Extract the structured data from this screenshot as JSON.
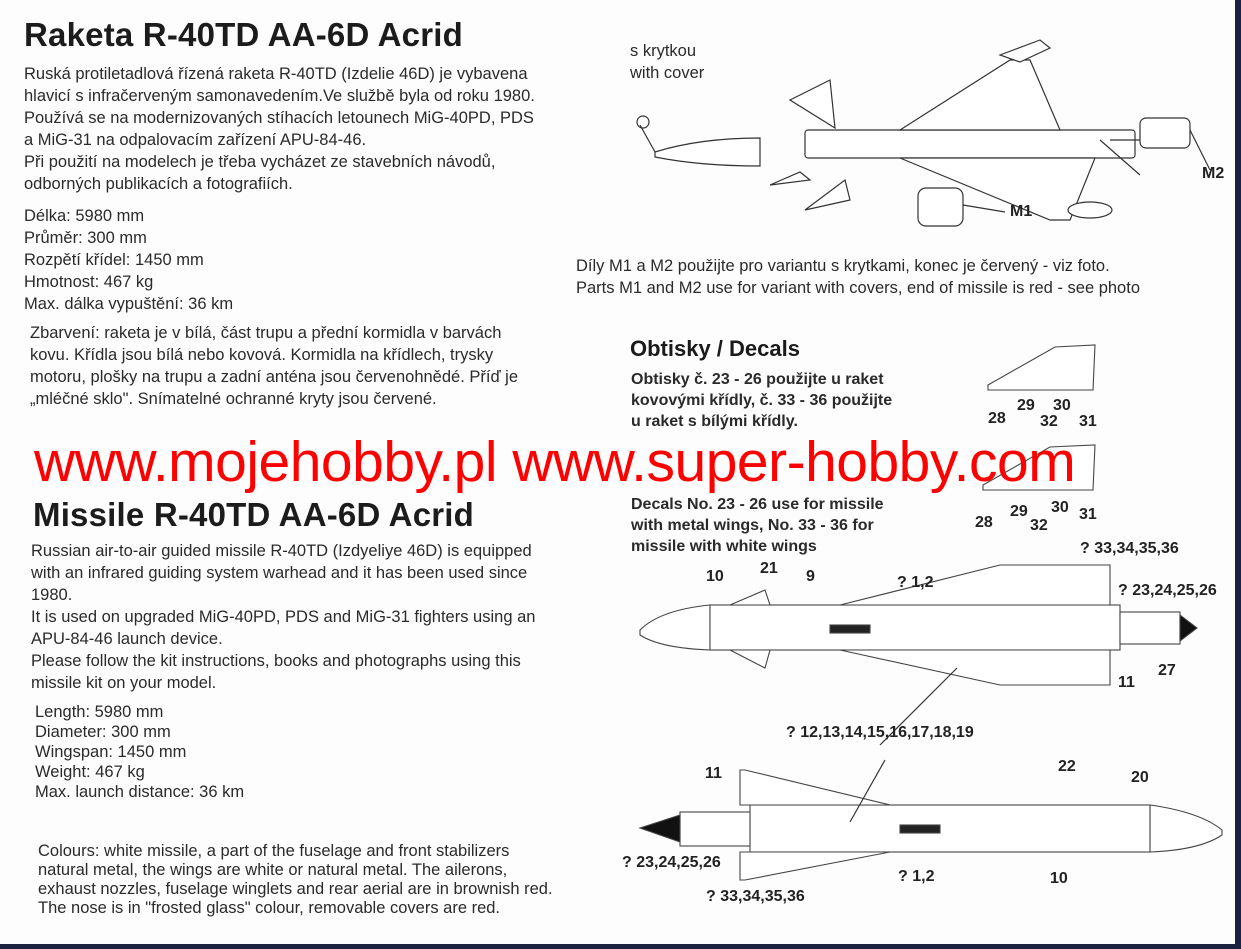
{
  "czech": {
    "title": "Raketa R-40TD AA-6D Acrid",
    "intro": [
      "Ruská protiletadlová řízená raketa R-40TD (Izdelie 46D) je vybavena",
      "hlavicí s infračerveným samonavedením.Ve službě byla od roku 1980.",
      "Používá se na modernizovaných stíhacích letounech MiG-40PD, PDS",
      "a MiG-31 na odpalovacím zařízení APU-84-46.",
      "Při použití na modelech je třeba vycházet ze stavebních návodů,",
      "odborných publikacích a fotografiích."
    ],
    "specs": [
      "Délka: 5980 mm",
      "Průměr: 300 mm",
      "Rozpětí křídel:  1450 mm",
      "Hmotnost: 467 kg",
      "Max. dálka vypuštění: 36 km"
    ],
    "colours": [
      "Zbarvení: raketa je v bílá, část trupu a přední kormidla v barvách",
      "kovu. Křídla jsou bílá nebo kovová. Kormidla na křídlech, trysky",
      "motoru, plošky na trupu a zadní anténa jsou červenohnědé. Příď je",
      "„mléčné sklo\". Snímatelné ochranné kryty jsou červené."
    ]
  },
  "english": {
    "title": "Missile R-40TD AA-6D Acrid",
    "intro": [
      "Russian air-to-air guided missile R-40TD (Izdyeliye 46D) is equipped",
      "with an infrared guiding system warhead and it has been used since",
      "1980.",
      "It is used on upgraded MiG-40PD, PDS and MiG-31 fighters using an",
      "APU-84-46 launch device.",
      "Please follow the kit instructions, books and photographs using this",
      "missile kit on your model."
    ],
    "specs": [
      "Length: 5980 mm",
      "Diameter: 300 mm",
      "Wingspan:  1450 mm",
      "Weight: 467 kg",
      "Max. launch distance: 36 km"
    ],
    "colours": [
      "Colours: white missile, a part of the fuselage and front stabilizers",
      "natural metal, the wings are white or natural metal. The ailerons,",
      "exhaust nozzles, fuselage winglets and rear aerial are in brownish red.",
      "The nose is in \"frosted glass\" colour, removable covers are red."
    ]
  },
  "cover_diagram": {
    "caption": [
      "s krytkou",
      "with cover"
    ],
    "part_m1": "M1",
    "part_m2": "M2",
    "note_cz": "Díly M1 a M2 použijte pro variantu s krytkami, konec je červený - viz foto.",
    "note_en": "Parts M1 and M2 use for variant with covers, end of missile is red - see photo"
  },
  "decals": {
    "heading": "Obtisky / Decals",
    "cz": [
      "Obtisky č. 23 - 26 použijte u raket",
      "kovovými křídly, č. 33 - 36 použijte",
      "u raket s bílými křídly."
    ],
    "en": [
      "Decals No. 23 - 26 use for missile",
      "with metal wings, No. 33 - 36 for",
      "missile with white wings"
    ],
    "wing_top_labels": [
      "28",
      "29",
      "32",
      "30",
      "31"
    ],
    "wing_bottom_labels": [
      "28",
      "29",
      "32",
      "30",
      "31"
    ],
    "missile_top_labels": [
      "10",
      "21",
      "9",
      "? 1,2",
      "? 33,34,35,36",
      "? 23,24,25,26",
      "11",
      "27"
    ],
    "center_label": "? 12,13,14,15,16,17,18,19",
    "missile_bottom_labels": [
      "11",
      "22",
      "20",
      "? 23,24,25,26",
      "? 1,2",
      "10",
      "? 33,34,35,36"
    ]
  },
  "watermark": "www.mojehobby.pl www.super-hobby.com",
  "colors": {
    "watermark": "#ff0000",
    "nose": "#111111"
  }
}
